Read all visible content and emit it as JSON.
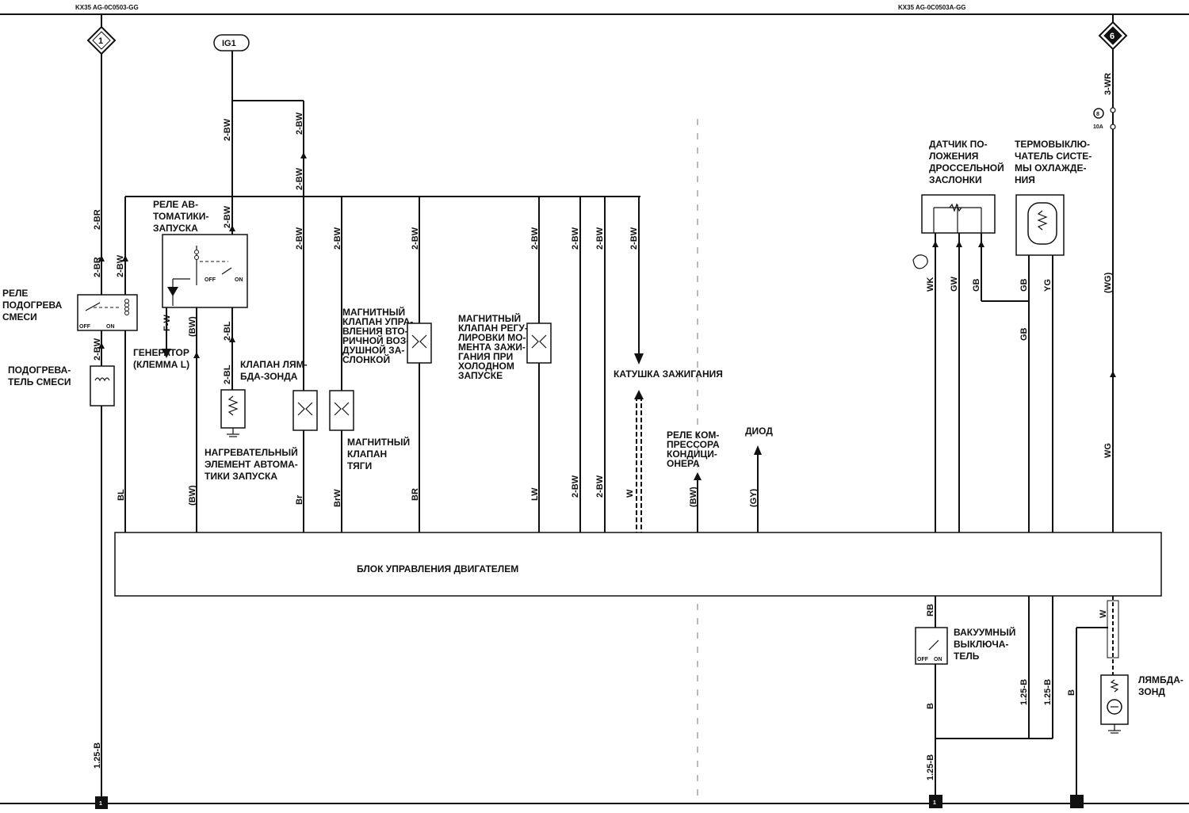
{
  "header": {
    "left_ref": "KX35 AG-0C0503-GG",
    "right_ref": "KX35 AG-0C0503A-GG"
  },
  "connectors": {
    "top_left": "1",
    "ig": "IG1",
    "top_right": "6",
    "fuse_num": "8",
    "fuse_rating": "10A",
    "gnd_left": "1",
    "gnd_mid": "1"
  },
  "components": {
    "mix_heater_relay": [
      "РЕЛЕ",
      "ПОДОГРЕВА",
      "СМЕСИ"
    ],
    "mix_heater": [
      "ПОДОГРЕВА-",
      "ТЕЛЬ СМЕСИ"
    ],
    "auto_start_relay": [
      "РЕЛЕ АВ-",
      "ТОМАТИКИ-",
      "ЗАПУСКА"
    ],
    "generator": [
      "ГЕНЕРАТОР",
      "(КЛЕММА L)"
    ],
    "lambda_valve": [
      "КЛАПАН ЛЯМ-",
      "БДА-ЗОНДА"
    ],
    "heating_element": [
      "НАГРЕВАТЕЛЬНЫЙ",
      "ЭЛЕМЕНТ АВТОМА-",
      "ТИКИ ЗАПУСКА"
    ],
    "secondary_air_valve": [
      "МАГНИТНЫЙ",
      "КЛАПАН УПРА-",
      "ВЛЕНИЯ ВТО-",
      "РИЧНОЙ ВОЗ-",
      "ДУШНОЙ ЗА-",
      "СЛОНКОЙ"
    ],
    "thrust_valve": [
      "МАГНИТНЫЙ",
      "КЛАПАН",
      "ТЯГИ"
    ],
    "ignition_timing_valve": [
      "МАГНИТНЫЙ",
      "КЛАПАН РЕГУ-",
      "ЛИРОВКИ МО-",
      "МЕНТА ЗАЖИ-",
      "ГАНИЯ ПРИ",
      "ХОЛОДНОМ",
      "ЗАПУСКЕ"
    ],
    "ignition_coil": "КАТУШКА ЗАЖИГАНИЯ",
    "ac_relay": [
      "РЕЛЕ КОМ-",
      "ПРЕССОРА",
      "КОНДИЦИ-",
      "ОНЕРА"
    ],
    "diode": "ДИОД",
    "tps": [
      "ДАТЧИК ПО-",
      "ЛОЖЕНИЯ",
      "ДРОССЕЛЬНОЙ",
      "ЗАСЛОНКИ"
    ],
    "thermoswitch": [
      "ТЕРМОВЫКЛЮ-",
      "ЧАТЕЛЬ СИСТЕ-",
      "МЫ ОХЛАЖДЕ-",
      "НИЯ"
    ],
    "ecu": "БЛОК УПРАВЛЕНИЯ ДВИГАТЕЛЕМ",
    "vacuum_switch": [
      "ВАКУУМНЫЙ",
      "ВЫКЛЮЧА-",
      "ТЕЛЬ"
    ],
    "lambda_probe": [
      "ЛЯМБДА-",
      "ЗОНД"
    ],
    "switch_off": "OFF",
    "switch_on": "ON"
  },
  "wires": {
    "w_2br_a": "2-BR",
    "w_2br_b": "2-BR",
    "w_2bw_relay": "2-BW",
    "w_2bw_heater": "2-BW",
    "w_bl": "BL",
    "w_fw": "F-W",
    "w_bw_gen": "(BW)",
    "w_bw_low": "(BW)",
    "w_2bw_ig": "2-BW",
    "w_2bw_ig2": "2-BW",
    "w_2bl_a": "2-BL",
    "w_2bl_b": "2-BL",
    "w_2bw_c1": "2-BW",
    "w_2bw_c1b": "2-BW",
    "w_2bw_c1c": "2-BW",
    "w_br": "Br",
    "w_2bw_c2": "2-BW",
    "w_brw": "BrW",
    "w_2bw_c3": "2-BW",
    "w_bb": "BR",
    "w_2bw_c4": "2-BW",
    "w_lw": "LW",
    "w_2bw_c5": "2-BW",
    "w_2bw_c5b": "2-BW",
    "w_2bw_c6": "2-BW",
    "w_2bw_c6b": "2-BW",
    "w_2bw_c7": "2-BW",
    "w_w": "W",
    "w_bw_ac": "(BW)",
    "w_gy": "(GY)",
    "w_wk": "WK",
    "w_gw": "GW",
    "w_gb": "GB",
    "w_gb2": "GB",
    "w_gb3": "GB",
    "w_yg": "YG",
    "w_3wr": "3-WR",
    "w_wg_p": "(WG)",
    "w_wg": "WG",
    "w_rb": "RB",
    "w_b": "B",
    "w_125b_a": "1.25-B",
    "w_125b_b": "1.25-B",
    "w_125b_c": "1.25-B",
    "w_125b_left": "1.25-B",
    "w_b2": "B",
    "w_w_probe": "W"
  }
}
